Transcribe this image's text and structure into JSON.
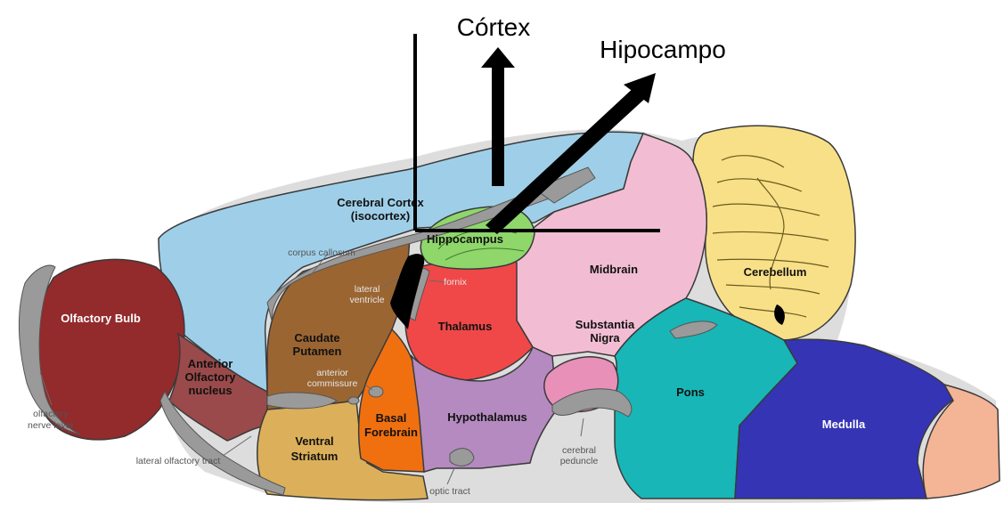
{
  "overlay": {
    "cortex_label": "Córtex",
    "hippocampus_label": "Hipocampo"
  },
  "regions": {
    "cerebral_cortex": [
      "Cerebral Cortex",
      "(isocortex)"
    ],
    "hippocampus": "Hippocampus",
    "olfactory_bulb": "Olfactory Bulb",
    "anterior_olfactory_nucleus": [
      "Anterior",
      "Olfactory",
      "nucleus"
    ],
    "caudate_putamen": [
      "Caudate",
      "Putamen"
    ],
    "ventral_striatum": [
      "Ventral",
      "Striatum"
    ],
    "basal_forebrain": [
      "Basal",
      "Forebrain"
    ],
    "thalamus": "Thalamus",
    "hypothalamus": "Hypothalamus",
    "midbrain": "Midbrain",
    "substantia_nigra": [
      "Substantia",
      "Nigra"
    ],
    "pons": "Pons",
    "medulla": "Medulla",
    "cerebellum": "Cerebellum"
  },
  "annotations": {
    "corpus_callosum": "corpus callosum",
    "lateral_ventricle": [
      "lateral",
      "ventricle"
    ],
    "fornix": "fornix",
    "anterior_commissure": [
      "anterior",
      "commissure"
    ],
    "olfactory_nerve_layer": [
      "olfactory",
      "nerve layer"
    ],
    "lateral_olfactory_tract": "lateral olfactory tract",
    "optic_tract": "optic tract",
    "cerebral_peduncle": [
      "cerebral",
      "peduncle"
    ]
  },
  "colors": {
    "cerebral_cortex": "#9fcfe8",
    "hippocampus": "#8fd66b",
    "olfactory_bulb": "#932a2c",
    "anterior_olfactory_nucleus": "#9a4a4a",
    "caudate_putamen": "#9b6532",
    "ventral_striatum": "#dcb05a",
    "basal_forebrain": "#f07010",
    "thalamus": "#f04848",
    "hypothalamus": "#b48ac0",
    "midbrain": "#f2bdd2",
    "substantia_nigra": "#e890b8",
    "pons": "#18b6b6",
    "medulla": "#3434b4",
    "cerebellum": "#f8e088",
    "spinal": "#f4b496",
    "tracts": "#9a9a9a",
    "overlay": "#000000"
  }
}
